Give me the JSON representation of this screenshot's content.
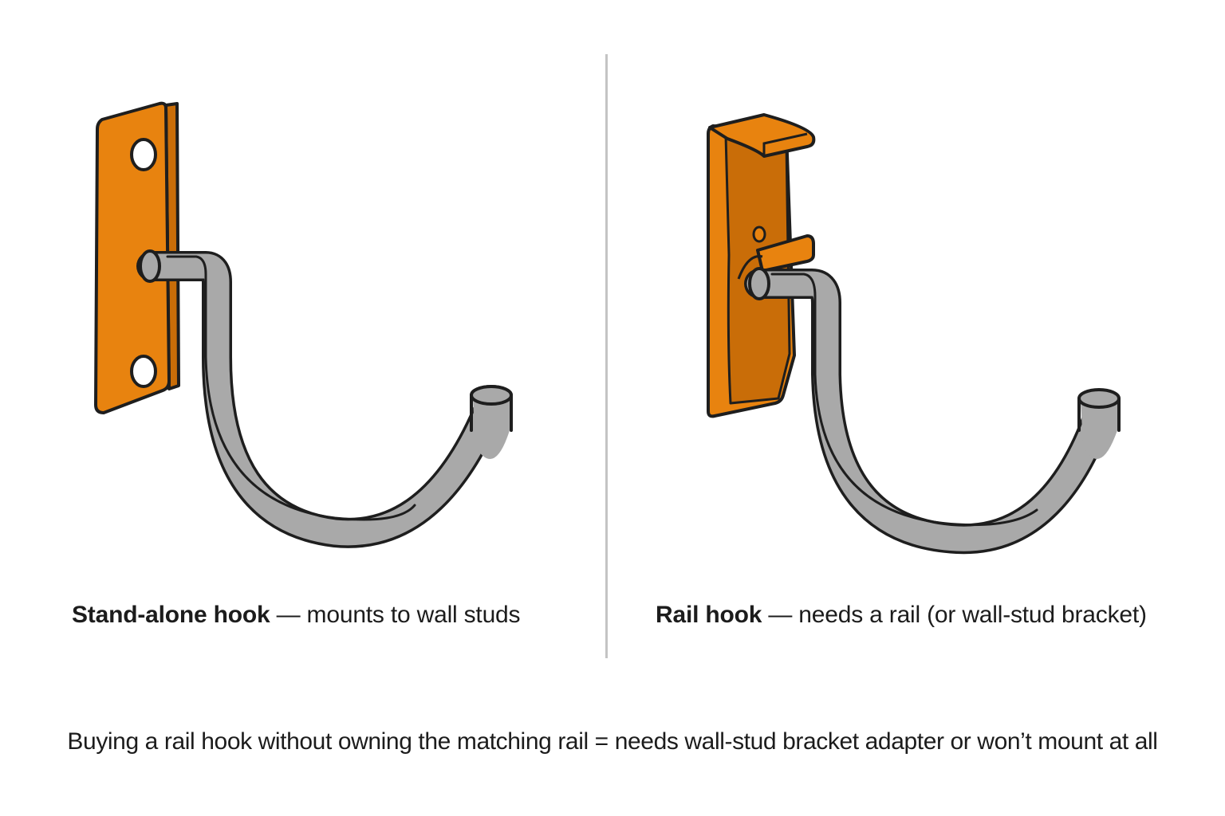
{
  "colors": {
    "plate_orange": "#e8830f",
    "plate_orange_dark": "#c96d08",
    "hook_gray": "#a9a9a9",
    "hook_gray_dark": "#8f8f8f",
    "outline": "#1e1e1e",
    "divider": "#c4c4c4",
    "background": "#ffffff"
  },
  "left_panel": {
    "caption_bold": "Stand-alone hook",
    "caption_rest": " — mounts to wall studs"
  },
  "right_panel": {
    "caption_bold": "Rail hook",
    "caption_rest": " — needs a rail (or wall-stud bracket)"
  },
  "footnote": "Buying a rail hook without owning the matching rail = needs wall-stud bracket adapter or won’t mount at all"
}
